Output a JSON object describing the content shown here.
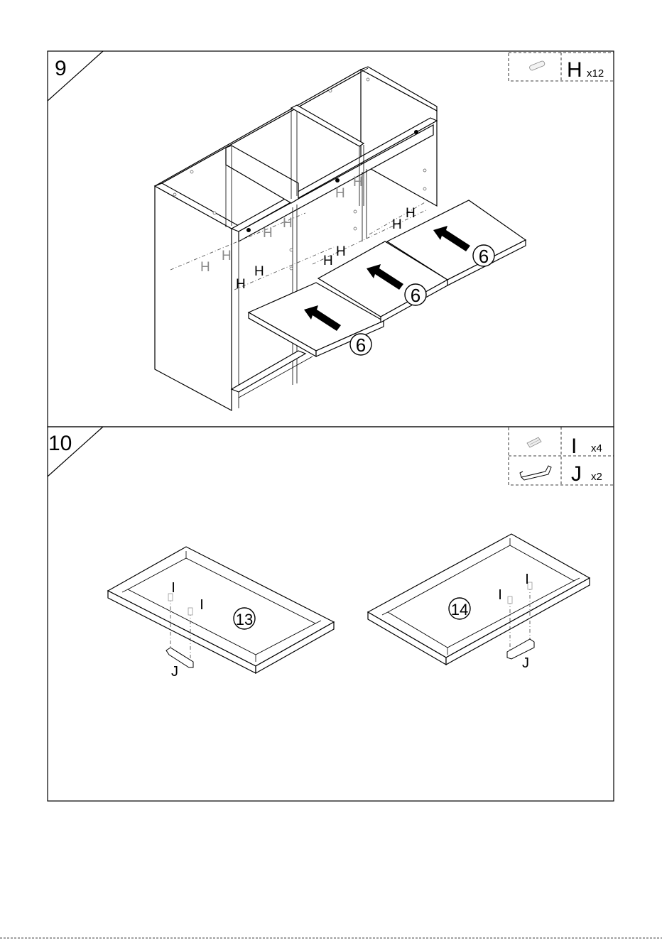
{
  "steps": [
    {
      "number": "9",
      "parts": [
        {
          "icon": "dowel-icon",
          "letter": "H",
          "qty": "x12"
        }
      ],
      "callouts": [
        "6",
        "6",
        "6"
      ],
      "hardware_labels_gray": [
        "H",
        "H",
        "H",
        "H",
        "H",
        "H"
      ],
      "hardware_labels_black": [
        "H",
        "H",
        "H",
        "H",
        "H",
        "H"
      ]
    },
    {
      "number": "10",
      "parts": [
        {
          "icon": "screw-icon",
          "letter": "I",
          "qty": "x4"
        },
        {
          "icon": "handle-icon",
          "letter": "J",
          "qty": "x2"
        }
      ],
      "doors": [
        {
          "callout": "13",
          "screw_labels": [
            "I",
            "I"
          ],
          "handle_label": "J"
        },
        {
          "callout": "14",
          "screw_labels": [
            "I",
            "I"
          ],
          "handle_label": "J"
        }
      ]
    }
  ]
}
